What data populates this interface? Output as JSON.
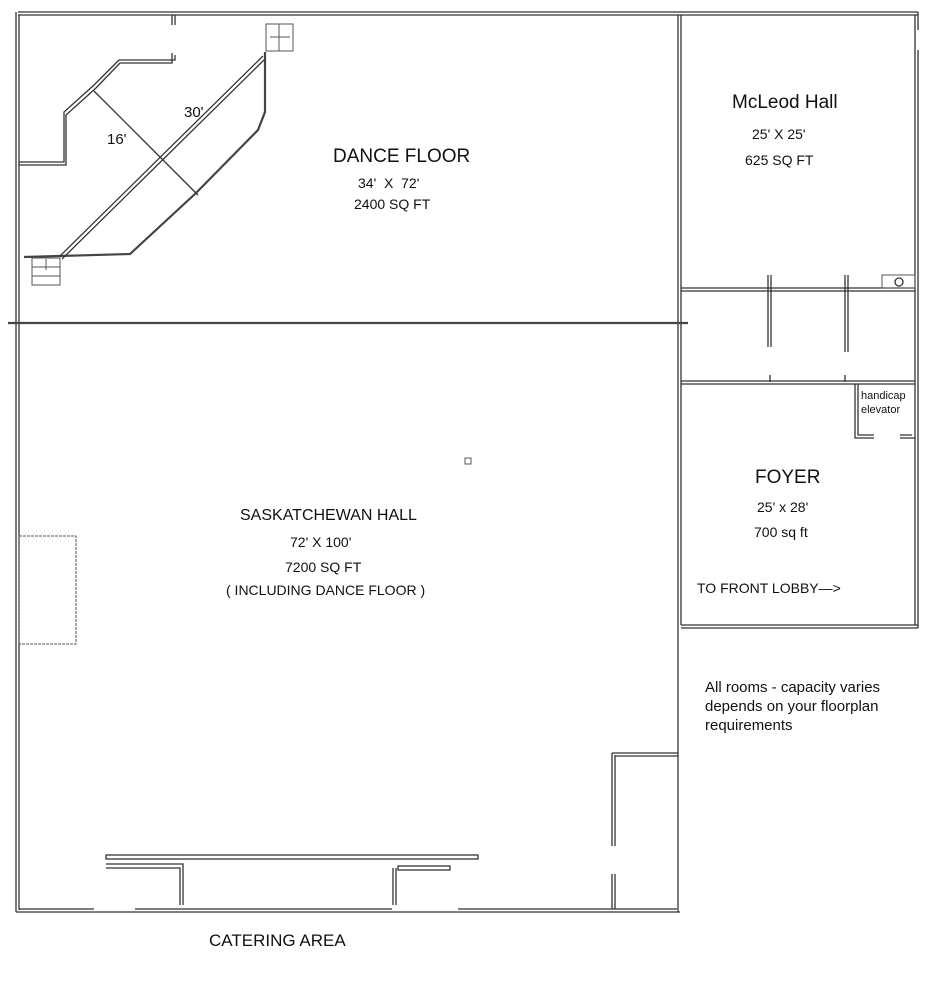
{
  "plan": {
    "rooms": {
      "dance_floor": {
        "name": "DANCE FLOOR",
        "dimensions": "34'  X  72'",
        "area": "2400 SQ FT"
      },
      "mcleod_hall": {
        "name": "McLeod Hall",
        "dimensions": "25' X 25'",
        "area": "625 SQ FT"
      },
      "saskatchewan_hall": {
        "name": "SASKATCHEWAN HALL",
        "dimensions": "72' X 100'",
        "area": "7200 SQ FT",
        "note": "( INCLUDING DANCE FLOOR )"
      },
      "foyer": {
        "name": "FOYER",
        "dimensions": "25' x 28'",
        "area": "700 sq ft",
        "exit_label": "TO FRONT LOBBY",
        "exit_arrow": "—>"
      },
      "elevator": {
        "line1": "handicap",
        "line2": "elevator"
      },
      "catering": {
        "name": "CATERING AREA"
      }
    },
    "stage_measurements": {
      "depth": "16'",
      "width": "30'"
    },
    "capacity_note": [
      "All rooms - capacity varies",
      "depends on your floorplan",
      "requirements"
    ]
  }
}
